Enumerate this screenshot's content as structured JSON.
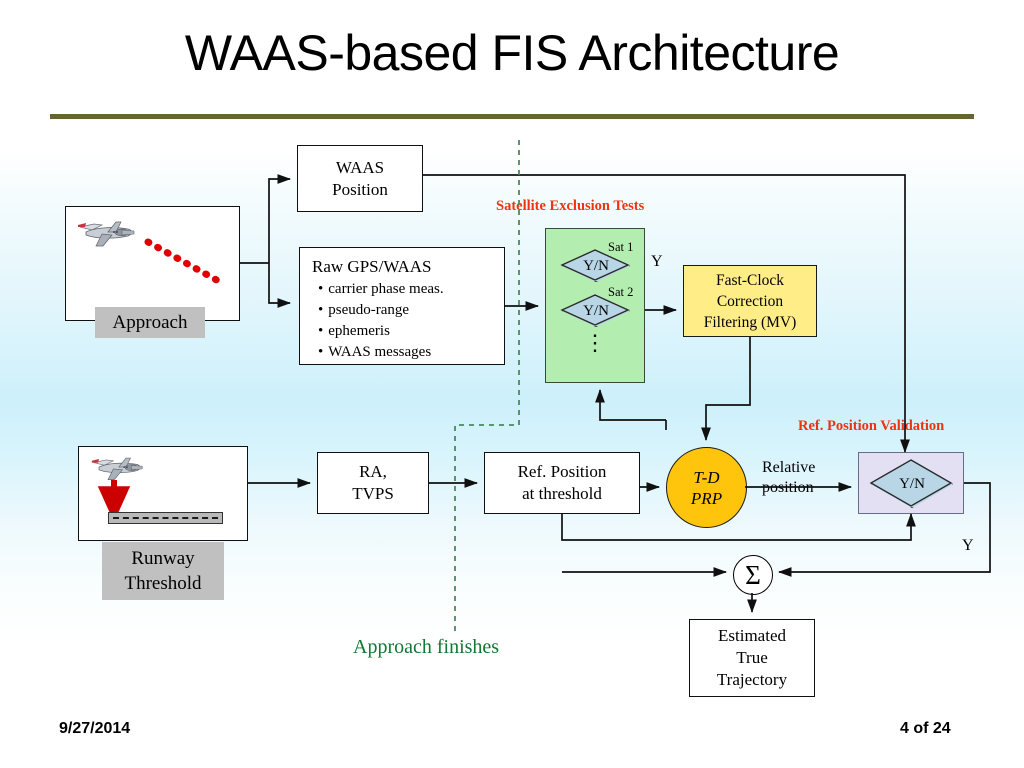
{
  "slide": {
    "title": "WAAS-based FIS Architecture",
    "footer_date": "9/27/2014",
    "footer_page": "4 of 24",
    "rule_color": "#666633",
    "background_accent": "#cdf0fb"
  },
  "annotations": {
    "satellite_exclusion_tests": "Satellite Exclusion Tests",
    "ref_position_validation": "Ref. Position Validation",
    "approach_finishes": "Approach finishes",
    "relative_position_line1": "Relative",
    "relative_position_line2": "position",
    "y_label_sat": "Y",
    "y_label_validation": "Y",
    "red_color": "#ee3311",
    "green_color": "#117733"
  },
  "nodes": {
    "approach_scene_label": "Approach",
    "runway_scene_label_line1": "Runway",
    "runway_scene_label_line2": "Threshold",
    "waas_position_line1": "WAAS",
    "waas_position_line2": "Position",
    "raw_gps": {
      "title": "Raw GPS/WAAS",
      "bullets": [
        "carrier phase meas.",
        "pseudo-range",
        "ephemeris",
        "WAAS messages"
      ]
    },
    "sat_tests": {
      "sat1_tag": "Sat 1",
      "sat1_decision": "Y/N",
      "sat2_tag": "Sat 2",
      "sat2_decision": "Y/N",
      "more_indicator": "⋮",
      "box_color": "#b3eeb0",
      "diamond_color": "#b8d6e6"
    },
    "fast_clock": {
      "line1": "Fast-Clock",
      "line2": "Correction",
      "line3": "Filtering (MV)",
      "color": "#ffee88"
    },
    "ra_tvps_line1": "RA,",
    "ra_tvps_line2": "TVPS",
    "ref_position_line1": "Ref. Position",
    "ref_position_line2": "at threshold",
    "td_prp_line1": "T-D",
    "td_prp_line2": "PRP",
    "td_prp_color": "#ffc40c",
    "validation": {
      "decision": "Y/N",
      "box_color": "#e2e0f2",
      "diamond_color": "#b8d6e6"
    },
    "summation_symbol": "Σ",
    "estimated_true_trajectory": {
      "line1": "Estimated",
      "line2": "True",
      "line3": "Trajectory"
    }
  }
}
